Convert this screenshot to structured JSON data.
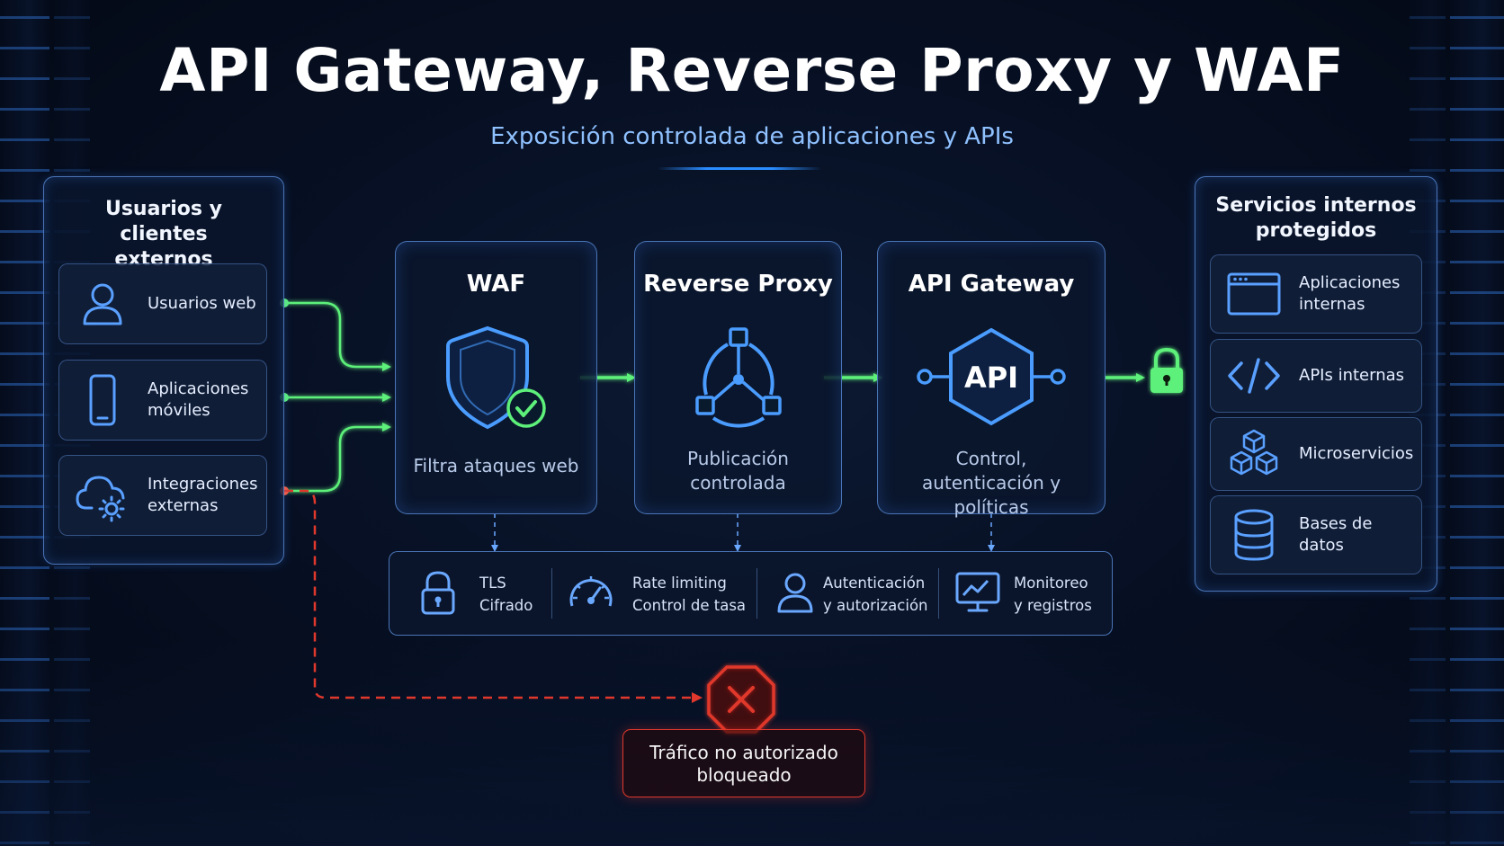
{
  "header": {
    "title": "API Gateway, Reverse Proxy y WAF",
    "subtitle": "Exposición controlada de aplicaciones y APIs"
  },
  "clients": {
    "title": "Usuarios y clientes externos",
    "items": [
      {
        "label": "Usuarios web",
        "icon": "user-icon"
      },
      {
        "label": "Aplicaciones móviles",
        "icon": "mobile-phone-icon"
      },
      {
        "label": "Integraciones externas",
        "icon": "cloud-gear-icon"
      }
    ]
  },
  "pipeline": [
    {
      "title": "WAF",
      "description": "Filtra ataques web",
      "icon": "shield-check-icon"
    },
    {
      "title": "Reverse Proxy",
      "description": "Publicación controlada",
      "icon": "network-hub-icon"
    },
    {
      "title": "API Gateway",
      "description": "Control, autenticación y políticas",
      "icon": "api-hexagon-icon",
      "icon_text": "API"
    }
  ],
  "features": [
    {
      "line1": "TLS",
      "line2": "Cifrado",
      "icon": "padlock-icon"
    },
    {
      "line1": "Rate limiting",
      "line2": "Control de tasa",
      "icon": "speedometer-icon"
    },
    {
      "line1": "Autenticación",
      "line2": "y autorización",
      "icon": "user-icon"
    },
    {
      "line1": "Monitoreo",
      "line2": "y registros",
      "icon": "monitor-chart-icon"
    }
  ],
  "services": {
    "title": "Servicios internos protegidos",
    "items": [
      {
        "label": "Aplicaciones internas",
        "icon": "browser-window-icon"
      },
      {
        "label": "APIs internas",
        "icon": "code-brackets-icon"
      },
      {
        "label": "Microservicios",
        "icon": "cubes-icon"
      },
      {
        "label": "Bases de datos",
        "icon": "database-icon"
      }
    ]
  },
  "blocked": {
    "label": "Tráfico no autorizado bloqueado",
    "icon": "blocked-x-icon"
  },
  "colors": {
    "accent_blue": "#3b8cff",
    "flow_green": "#5df07a",
    "blocked_red": "#e0382c",
    "panel_border": "#6096e6"
  }
}
